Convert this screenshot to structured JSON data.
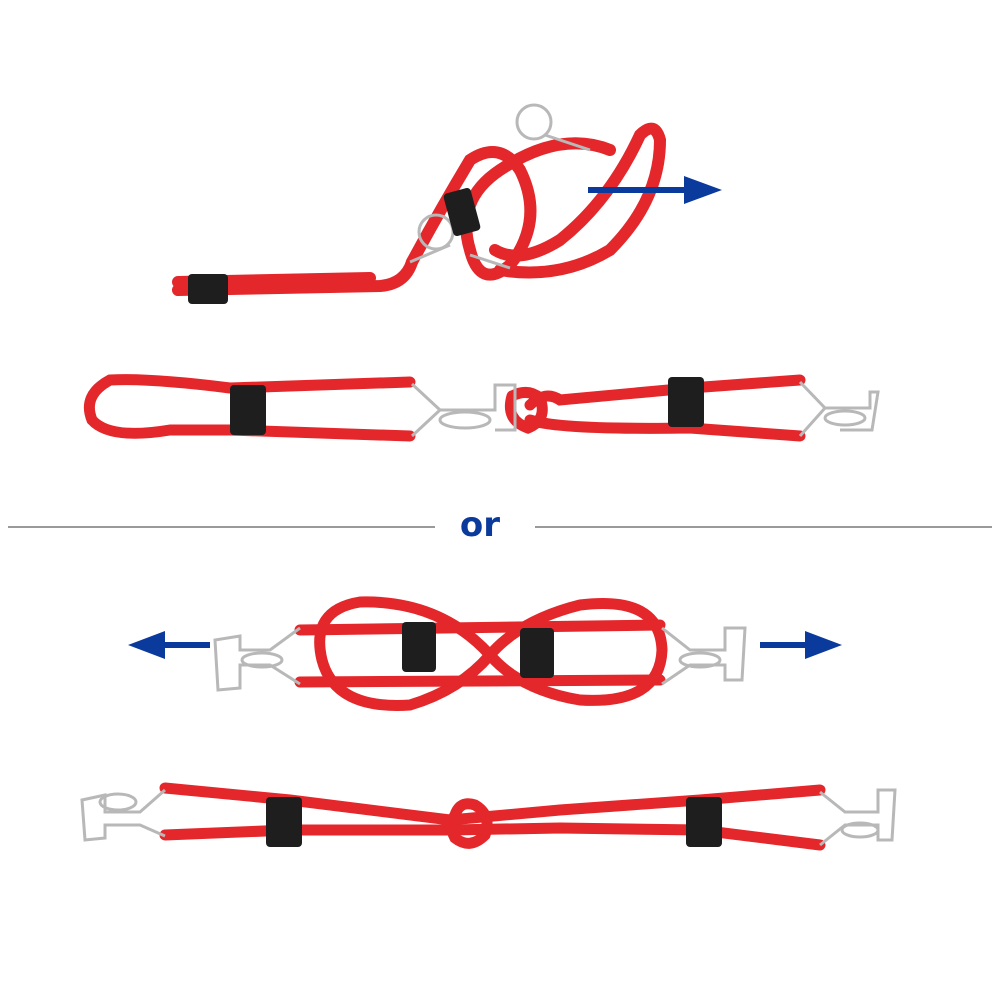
{
  "divider": {
    "label": "or",
    "line_color": "#9a9a9a",
    "text_color": "#0a3a9c"
  },
  "colors": {
    "cord": "#e3272b",
    "cord_dark": "#b51d20",
    "clip": "#1e1e1e",
    "wire": "#b8b8b8",
    "arrow": "#0a3a9c",
    "background": "#ffffff"
  },
  "panels": [
    {
      "name": "step-1-pull-loop",
      "arrows": [
        "right"
      ]
    },
    {
      "name": "step-2-knotted-pair",
      "arrows": []
    },
    {
      "name": "alt-step-1-figure-eight",
      "arrows": [
        "left",
        "right"
      ]
    },
    {
      "name": "alt-step-2-square-knot",
      "arrows": []
    }
  ]
}
